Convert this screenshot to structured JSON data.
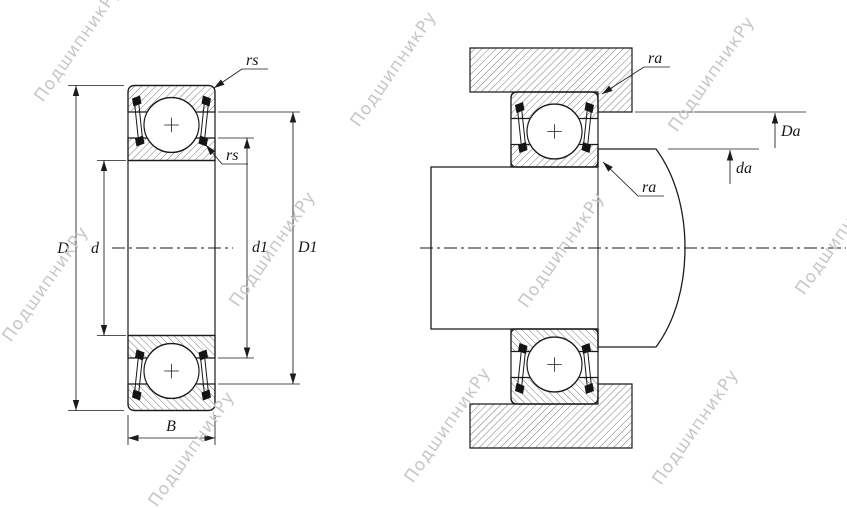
{
  "drawing": {
    "type": "bearing-cross-section-and-mounting",
    "labels": {
      "D": "D",
      "d": "d",
      "d1": "d1",
      "D1": "D1",
      "B": "B",
      "rs": "rs",
      "ra": "ra",
      "Da": "Da",
      "da": "da"
    }
  },
  "watermark": {
    "text": "ПодшипникРу",
    "color": "#c7c7c7"
  },
  "colors": {
    "line": "#1b1b1b",
    "hatch": "#3f3f3f",
    "background": "#ffffff"
  }
}
